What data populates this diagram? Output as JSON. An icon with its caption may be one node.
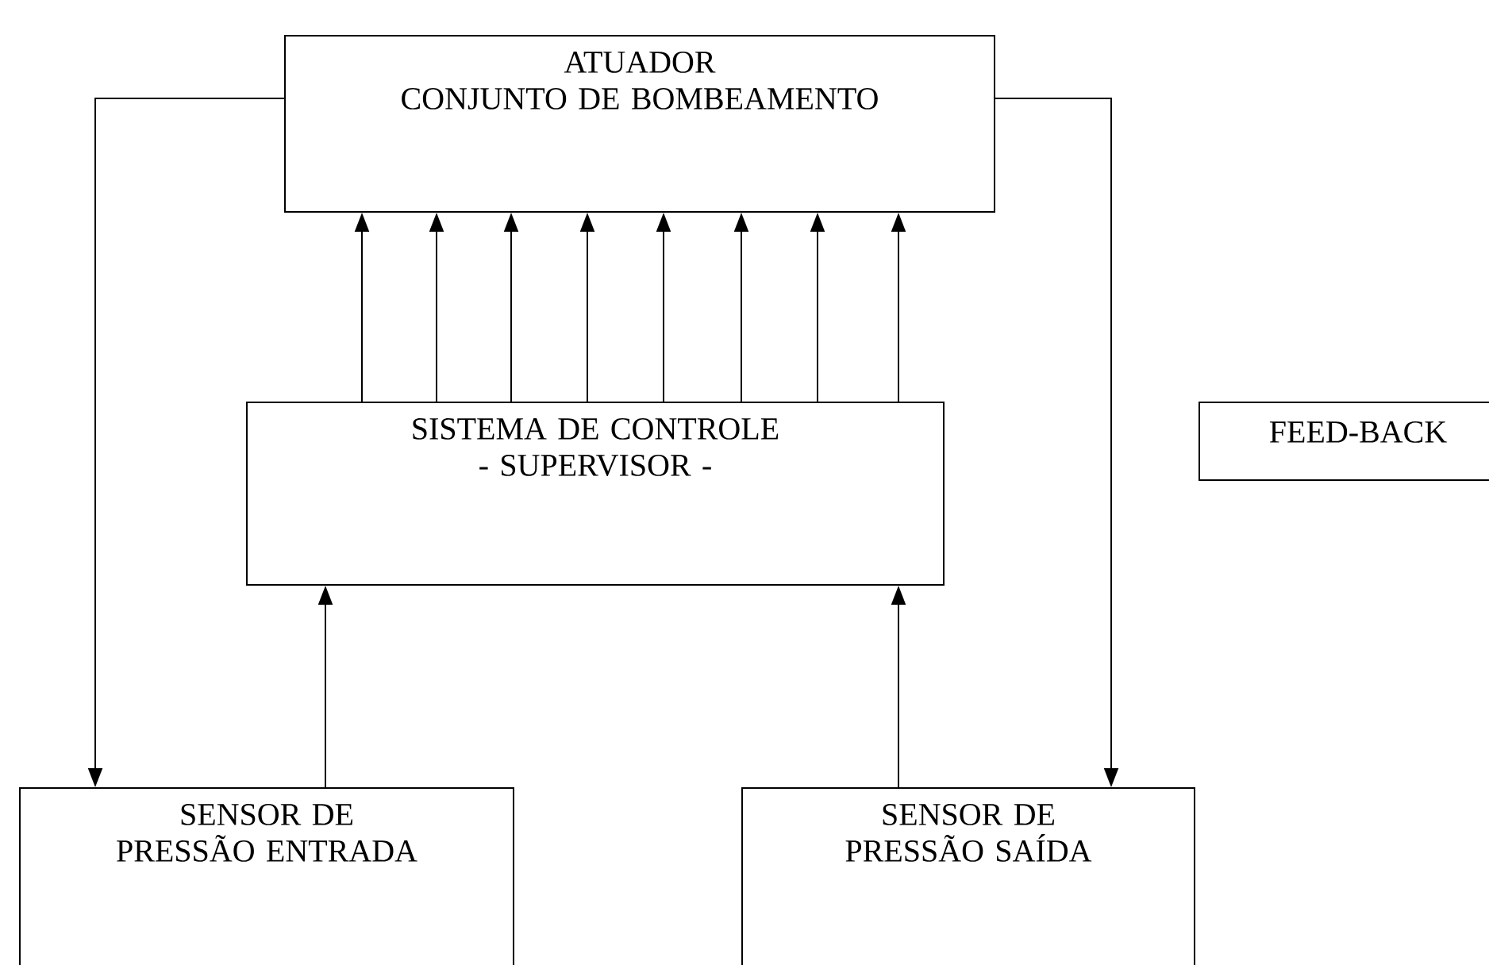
{
  "diagram": {
    "nodes": [
      {
        "text": [
          "ATUADOR",
          "CONJUNTO DE BOMBEAMENTO"
        ]
      },
      {
        "text": [
          "SISTEMA DE CONTROLE - SUPERVISOR -"
        ]
      },
      {
        "text": [
          "FEED-BACK"
        ]
      },
      {
        "text": [
          "SENSOR DE PRESSÃO ENTRADA"
        ]
      },
      {
        "text": [
          "SENSOR DE PRESSÃO SAÍDA"
        ]
      }
    ],
    "edges": [
      {
        "from": 1,
        "to": 0,
        "arrow": "to"
      },
      {
        "from": 1,
        "to": 0,
        "arrow": "to"
      },
      {
        "from": 1,
        "to": 0,
        "arrow": "to"
      },
      {
        "from": 1,
        "to": 0,
        "arrow": "to"
      },
      {
        "from": 1,
        "to": 0,
        "arrow": "to"
      },
      {
        "from": 1,
        "to": 0,
        "arrow": "to"
      },
      {
        "from": 1,
        "to": 0,
        "arrow": "to"
      },
      {
        "from": 1,
        "to": 0,
        "arrow": "to"
      },
      {
        "from": 0,
        "to": 3,
        "arrow": "to"
      },
      {
        "from": 0,
        "to": 4,
        "arrow": "to"
      },
      {
        "from": 3,
        "to": 1,
        "arrow": "to"
      },
      {
        "from": 4,
        "to": 1,
        "arrow": "to"
      }
    ]
  }
}
